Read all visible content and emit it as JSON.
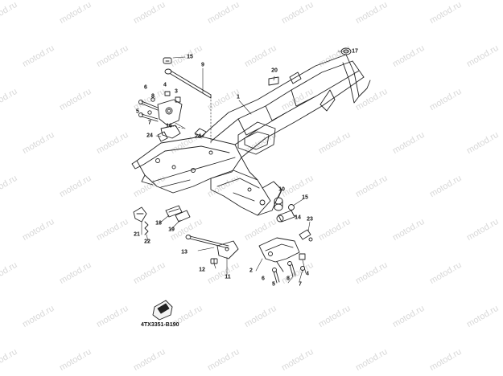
{
  "watermark": "motod.ru",
  "diagram_code": "4TX3351-B190",
  "callouts": {
    "c1": "1",
    "c2": "2",
    "c3": "3",
    "c4a": "4",
    "c4b": "4",
    "c5a": "5",
    "c5b": "5",
    "c6": "6",
    "c7": "7",
    "c8a": "8",
    "c8b": "8",
    "c9": "9",
    "c10": "10",
    "c11": "11",
    "c12": "12",
    "c13": "13",
    "c14": "14",
    "c15a": "15",
    "c15b": "15",
    "c16": "16",
    "c17": "17",
    "c18": "18",
    "c19": "19",
    "c20": "20",
    "c21": "21",
    "c22": "22",
    "c23": "23",
    "c24a": "24",
    "c24b": "24"
  },
  "colors": {
    "line": "#222222",
    "watermark": "#d8d8d8"
  }
}
